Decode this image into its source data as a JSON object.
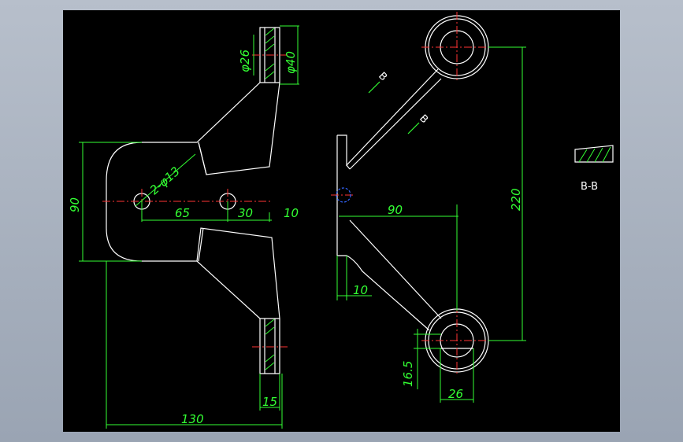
{
  "dimensions": {
    "dia_26": "φ26",
    "dia_40": "φ40",
    "holes": "2-φ13",
    "d90_left": "90",
    "d65": "65",
    "d30": "30",
    "d10_left": "10",
    "d15": "15",
    "d130": "130",
    "d220": "220",
    "d90_right": "90",
    "d10_right": "10",
    "d16_5": "16.5",
    "d26": "26"
  },
  "labels": {
    "section_top": "B",
    "section_mid": "B",
    "section_view": "B-B"
  },
  "colors": {
    "viewport_bg": "#000000",
    "outline": "#ffffff",
    "dimension": "#33ff33",
    "centerline": "#ff3333",
    "hatch": "#33ff33",
    "marker": "#3333ff"
  }
}
